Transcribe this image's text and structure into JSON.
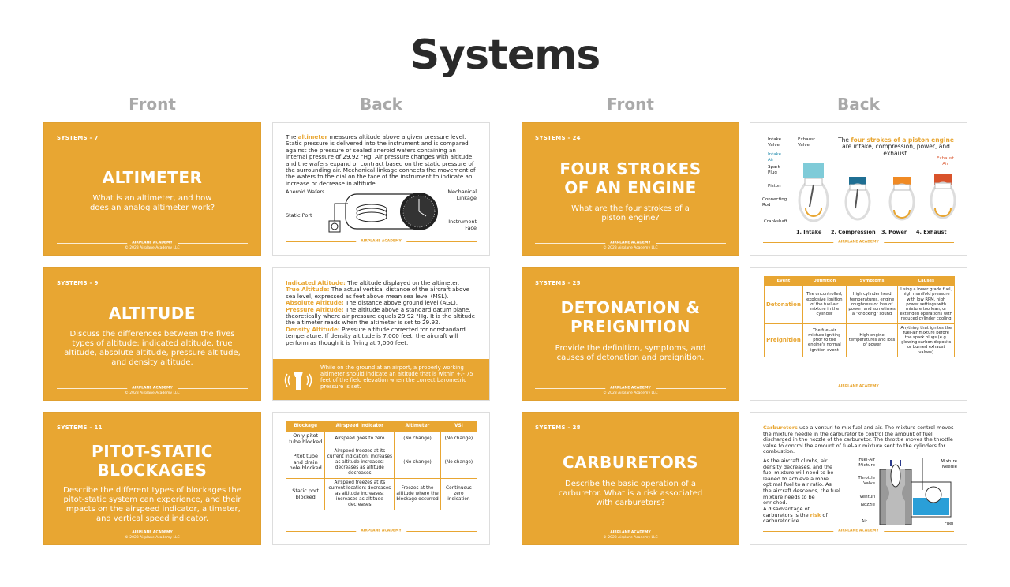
{
  "page_title": "Systems",
  "column_headers": [
    "Front",
    "Back",
    "Front",
    "Back"
  ],
  "brand": "AIRPLANE ACADEMY",
  "copyright": "© 2023 Airplane Academy LLC",
  "colors": {
    "accent": "#e8a632",
    "text": "#2a2a2a",
    "intake": "#4fb8c9",
    "power": "#f08a24",
    "exhaust": "#d9532b",
    "fuel": "#2a9fd8"
  },
  "cards": [
    {
      "tag": "SYSTEMS - 7",
      "title": "ALTIMETER",
      "question": "What is an altimeter, and how does an analog altimeter work?",
      "back": {
        "highlight": "altimeter",
        "pre": "The ",
        "text": " measures altitude above a given pressure level. Static pressure is delivered into the instrument and is compared against the pressure of sealed aneroid wafers containing an internal pressure of 29.92 \"Hg. Air pressure changes with altitude, and the wafers expand or contract based on the static pressure of the surrounding air. Mechanical linkage connects the movement of the wafers to the dial on the face of the instrument to indicate an increase or decrease in altitude.",
        "labels": [
          "Aneroid Wafers",
          "Static Port",
          "Mechanical Linkage",
          "Instrument Face"
        ]
      }
    },
    {
      "tag": "SYSTEMS - 9",
      "title": "ALTITUDE",
      "question": "Discuss the differences between the fives types of altitude: indicated altitude, true altitude, absolute altitude, pressure altitude, and density altitude.",
      "back": {
        "defs": [
          {
            "term": "Indicated Altitude:",
            "def": " The altitude displayed on the altimeter."
          },
          {
            "term": "True Altitude:",
            "def": " The actual vertical distance of the aircraft above sea level, expressed as feet above mean sea level (MSL)."
          },
          {
            "term": "Absolute Altitude:",
            "def": " The distance above ground level (AGL)."
          },
          {
            "term": "Pressure Altitude:",
            "def": " The altitude above a standard datum plane, theoretically where air pressure equals 29.92 \"Hg. It is the altitude the altimeter reads when the altimeter is set to 29.92."
          },
          {
            "term": "Density Altitude:",
            "def": " Pressure altitude corrected for nonstandard temperature. If density altitude is 7,000 feet, the aircraft will perform as though it is flying at 7,000 feet."
          }
        ],
        "note": "While on the ground at an airport, a properly working altimeter should indicate an altitude that is within +/- 75 feet of the field elevation when the correct barometric pressure is set."
      }
    },
    {
      "tag": "SYSTEMS - 11",
      "title": "PITOT-STATIC BLOCKAGES",
      "title_lines": [
        "PITOT-STATIC",
        "BLOCKAGES"
      ],
      "question": "Describe the different types of blockages the pitot-static system can experience, and their impacts on the airspeed indicator, altimeter, and vertical speed indicator.",
      "back": {
        "headers": [
          "Blockage",
          "Airspeed Indicator",
          "Altimeter",
          "VSI"
        ],
        "rows": [
          [
            "Only pitot tube blocked",
            "Airspeed goes to zero",
            "(No change)",
            "(No change)"
          ],
          [
            "Pitot tube and drain hole blocked",
            "Airspeed freezes at its current indication; increases as altitude increases; decreases as altitude decreases",
            "(No change)",
            "(No change)"
          ],
          [
            "Static port blocked",
            "Airspeed freezes at its current location; decreases as altitude increases; increases as altitude decreases",
            "Freezes at the altitude where the blockage occurred",
            "Continuous zero indication"
          ]
        ]
      }
    },
    {
      "tag": "SYSTEMS - 24",
      "title": "FOUR STROKES OF AN ENGINE",
      "title_lines": [
        "FOUR STROKES",
        "OF AN ENGINE"
      ],
      "question": "What are the four strokes of a piston engine?",
      "back": {
        "pre": "The ",
        "highlight": "four strokes of a piston engine",
        "text": " are intake, compression, power, and exhaust.",
        "labels": [
          "Intake Valve",
          "Exhaust Valve",
          "Intake Air",
          "Spark Plug",
          "Piston",
          "Connecting Rod",
          "Crankshaft",
          "Exhaust Air"
        ],
        "strokes": [
          "1. Intake",
          "2. Compression",
          "3. Power",
          "4. Exhaust"
        ]
      }
    },
    {
      "tag": "SYSTEMS - 25",
      "title": "DETONATION & PREIGNITION",
      "title_lines": [
        "DETONATION &",
        "PREIGNITION"
      ],
      "question": "Provide the definition, symptoms, and causes of detonation and preignition.",
      "back": {
        "headers": [
          "Event",
          "Definition",
          "Symptoms",
          "Causes"
        ],
        "rows": [
          [
            "Detonation",
            "The uncontrolled, explosive ignition of the fuel-air mixture in the cylinder",
            "High cylinder head temperatures, engine roughness or loss of power, and sometimes a \"knocking\" sound",
            "Using a lower grade fuel, high manifold pressure with low RPM, high power settings with mixture too lean, or extended operations with reduced cylinder cooling"
          ],
          [
            "Preignition",
            "The fuel-air mixture igniting prior to the engine's normal ignition event",
            "High engine temperatures and loss of power",
            "Anything that ignites the fuel-air mixture before the spark plugs (e.g. glowing carbon deposits or burned exhaust valves)"
          ]
        ]
      }
    },
    {
      "tag": "SYSTEMS - 28",
      "title": "CARBURETORS",
      "question": "Describe the basic operation of a carburetor. What is a risk associated with carburetors?",
      "back": {
        "highlight": "Carburetors",
        "text": " use a venturi to mix fuel and air. The mixture control moves the mixture needle in the carburetor to control the amount of fuel discharged in the nozzle of the carburetor. The throttle moves the throttle valve to control the amount of fuel-air mixture sent to the cylinders for combustion.",
        "para2": "As the aircraft climbs, air density decreases, and the fuel mixture will need to be leaned to achieve a more optimal fuel to air ratio. As the aircraft descends, the fuel mixture needs to be enriched.",
        "para3_pre": "A disadvantage of carburetors is the ",
        "para3_hl": "risk",
        "para3_post": " of carburetor ice.",
        "labels": [
          "Fuel-Air Mixture",
          "Throttle Valve",
          "Venturi",
          "Nozzle",
          "Air",
          "Mixture Needle",
          "Fuel"
        ]
      }
    }
  ]
}
